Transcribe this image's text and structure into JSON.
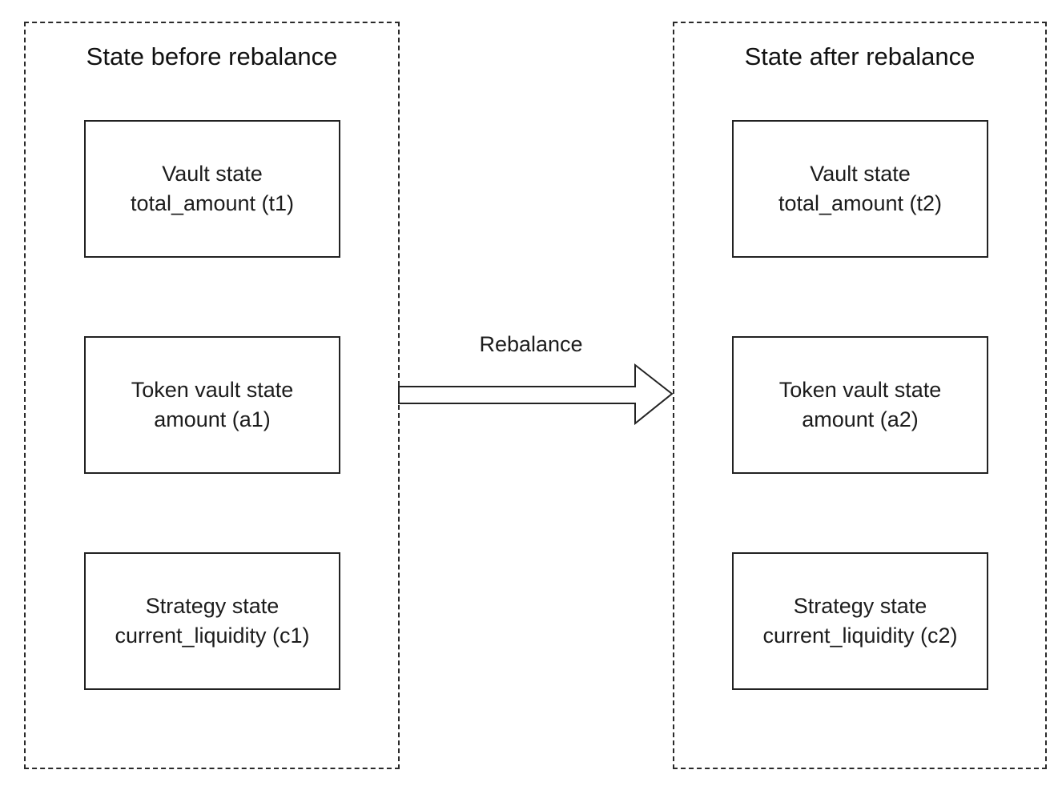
{
  "before": {
    "title": "State before rebalance",
    "vault": {
      "line1": "Vault state",
      "line2": "total_amount (t1)"
    },
    "token_vault": {
      "line1": "Token vault state",
      "line2": "amount (a1)"
    },
    "strategy": {
      "line1": "Strategy state",
      "line2": "current_liquidity (c1)"
    }
  },
  "after": {
    "title": "State after rebalance",
    "vault": {
      "line1": "Vault state",
      "line2": "total_amount (t2)"
    },
    "token_vault": {
      "line1": "Token vault state",
      "line2": "amount (a2)"
    },
    "strategy": {
      "line1": "Strategy state",
      "line2": "current_liquidity (c2)"
    }
  },
  "transition": {
    "label": "Rebalance"
  }
}
